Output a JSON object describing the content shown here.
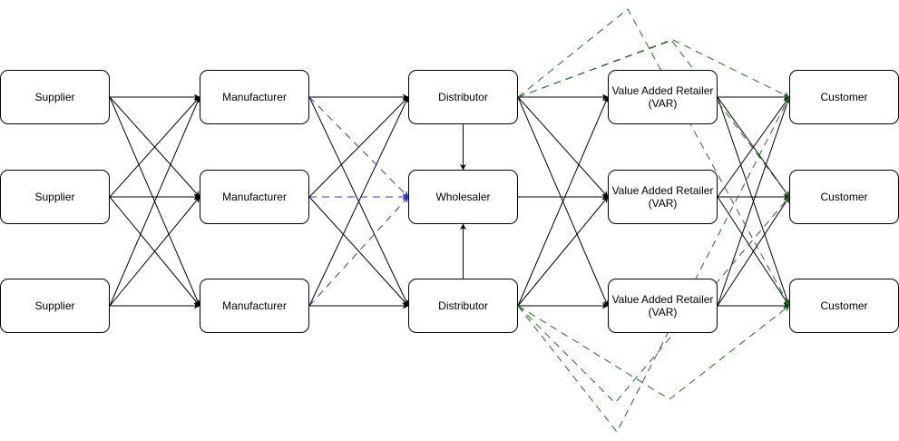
{
  "nodes": {
    "supplier_1": "Supplier",
    "supplier_2": "Supplier",
    "supplier_3": "Supplier",
    "manufacturer_1": "Manufacturer",
    "manufacturer_2": "Manufacturer",
    "manufacturer_3": "Manufacturer",
    "distributor_1": "Distributor",
    "wholesaler": "Wholesaler",
    "distributor_2": "Distributor",
    "var_1": "Value Added Retailer\n(VAR)",
    "var_2": "Value Added Retailer\n(VAR)",
    "var_3": "Value Added Retailer\n(VAR)",
    "customer_1": "Customer",
    "customer_2": "Customer",
    "customer_3": "Customer"
  },
  "colors": {
    "solid_flow": "#000000",
    "manufacturer_to_wholesaler_dashed": "#3333cc",
    "bypass_to_customer_dashed": "#1e6e1e"
  },
  "edges": {
    "solid": [
      [
        "supplier_1",
        "manufacturer_1"
      ],
      [
        "supplier_1",
        "manufacturer_2"
      ],
      [
        "supplier_1",
        "manufacturer_3"
      ],
      [
        "supplier_2",
        "manufacturer_1"
      ],
      [
        "supplier_2",
        "manufacturer_2"
      ],
      [
        "supplier_2",
        "manufacturer_3"
      ],
      [
        "supplier_3",
        "manufacturer_1"
      ],
      [
        "supplier_3",
        "manufacturer_2"
      ],
      [
        "supplier_3",
        "manufacturer_3"
      ],
      [
        "manufacturer_1",
        "distributor_1"
      ],
      [
        "manufacturer_1",
        "distributor_2"
      ],
      [
        "manufacturer_2",
        "distributor_1"
      ],
      [
        "manufacturer_2",
        "distributor_2"
      ],
      [
        "manufacturer_3",
        "distributor_1"
      ],
      [
        "manufacturer_3",
        "distributor_2"
      ],
      [
        "distributor_1",
        "wholesaler"
      ],
      [
        "distributor_2",
        "wholesaler"
      ],
      [
        "distributor_1",
        "var_1"
      ],
      [
        "distributor_1",
        "var_2"
      ],
      [
        "distributor_1",
        "var_3"
      ],
      [
        "wholesaler",
        "var_2"
      ],
      [
        "distributor_2",
        "var_1"
      ],
      [
        "distributor_2",
        "var_2"
      ],
      [
        "distributor_2",
        "var_3"
      ],
      [
        "var_1",
        "customer_1"
      ],
      [
        "var_1",
        "customer_2"
      ],
      [
        "var_1",
        "customer_3"
      ],
      [
        "var_2",
        "customer_1"
      ],
      [
        "var_2",
        "customer_2"
      ],
      [
        "var_2",
        "customer_3"
      ],
      [
        "var_3",
        "customer_1"
      ],
      [
        "var_3",
        "customer_2"
      ],
      [
        "var_3",
        "customer_3"
      ]
    ],
    "dashed_blue": [
      [
        "manufacturer_1",
        "wholesaler"
      ],
      [
        "manufacturer_2",
        "wholesaler"
      ],
      [
        "manufacturer_3",
        "wholesaler"
      ]
    ],
    "dashed_green": [
      [
        "distributor_1",
        "customer_1"
      ],
      [
        "distributor_1",
        "customer_2"
      ],
      [
        "distributor_1",
        "customer_3"
      ],
      [
        "distributor_2",
        "customer_1"
      ],
      [
        "distributor_2",
        "customer_2"
      ],
      [
        "distributor_2",
        "customer_3"
      ]
    ]
  }
}
